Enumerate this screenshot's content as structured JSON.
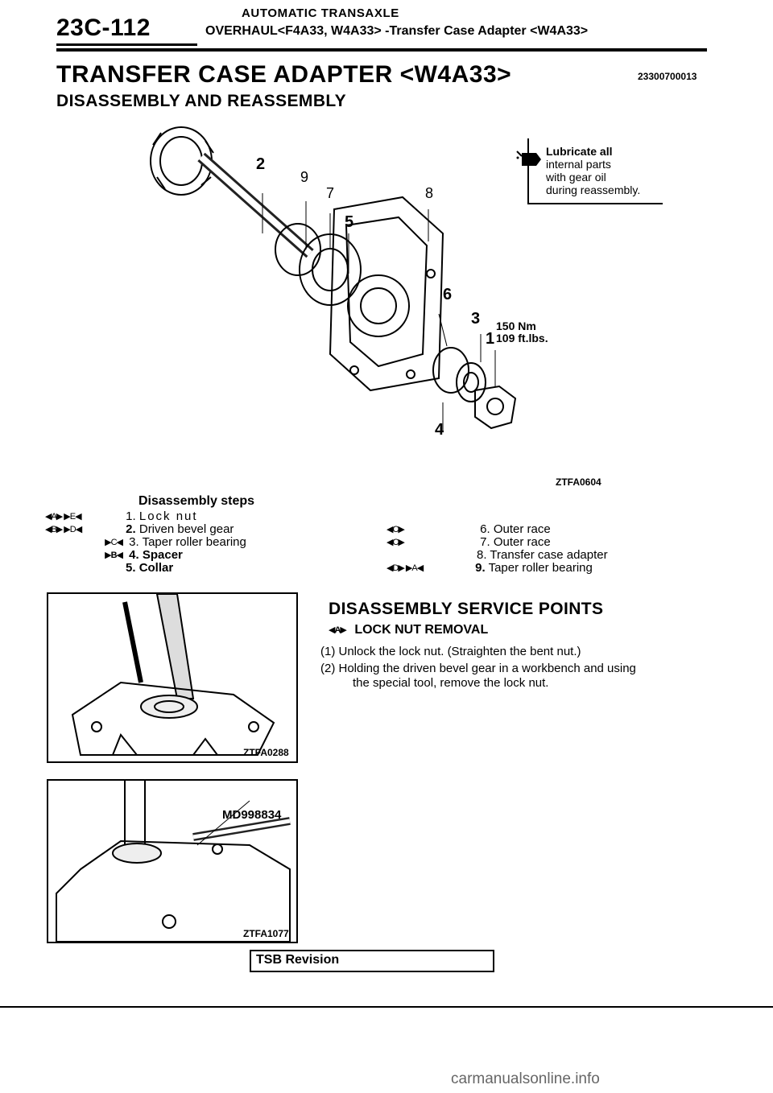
{
  "header": {
    "page_number": "23C-112",
    "section": "AUTOMATIC TRANSAXLE",
    "subsection": "OVERHAUL<F4A33, W4A33> -Transfer Case Adapter <W4A33>"
  },
  "title": "TRANSFER CASE ADAPTER <W4A33>",
  "ref_code": "23300700013",
  "subtitle": "DISASSEMBLY AND REASSEMBLY",
  "lubricate_note": {
    "line1": "Lubricate all",
    "line2": "internal parts",
    "line3": "with gear oil",
    "line4": "during reassembly."
  },
  "diagram": {
    "callouts": [
      "2",
      "9",
      "7",
      "8",
      "5",
      "6",
      "3",
      "1",
      "4"
    ],
    "torque_nm": "150 Nm",
    "torque_ftlbs": "109 ft.lbs.",
    "figure_code": "ZTFA0604"
  },
  "steps_title": "Disassembly steps",
  "steps_left": [
    {
      "marks": "◀A▶ ▶E◀",
      "num": "1.",
      "text": "Lock nut"
    },
    {
      "marks": "◀B▶ ▶D◀",
      "num": "2.",
      "text": "Driven bevel gear"
    },
    {
      "marks": "▶C◀",
      "num": "3.",
      "text": "Taper roller bearing"
    },
    {
      "marks": "▶B◀",
      "num": "4.",
      "text": "Spacer"
    },
    {
      "marks": "",
      "num": "5.",
      "text": "Collar"
    }
  ],
  "steps_right": [
    {
      "marks": "◀C▶",
      "num": "6.",
      "text": "Outer race"
    },
    {
      "marks": "◀C▶",
      "num": "7.",
      "text": "Outer race"
    },
    {
      "marks": "",
      "num": "8.",
      "text": "Transfer case adapter"
    },
    {
      "marks": "◀D▶ ▶A◀",
      "num": "9.",
      "text": "Taper roller bearing"
    }
  ],
  "service": {
    "title": "DISASSEMBLY SERVICE POINTS",
    "marker": "◀A▶",
    "subtitle": "LOCK NUT REMOVAL",
    "p1": "(1) Unlock the lock nut. (Straighten the bent nut.)",
    "p2a": "(2) Holding the driven bevel gear in a workbench and using",
    "p2b": "the special tool, remove the lock nut."
  },
  "photo1_code": "ZTFA0288",
  "photo2_tool": "MD998834",
  "photo2_code": "ZTFA1077",
  "tsb": "TSB Revision",
  "watermark": "carmanualsonline.info"
}
